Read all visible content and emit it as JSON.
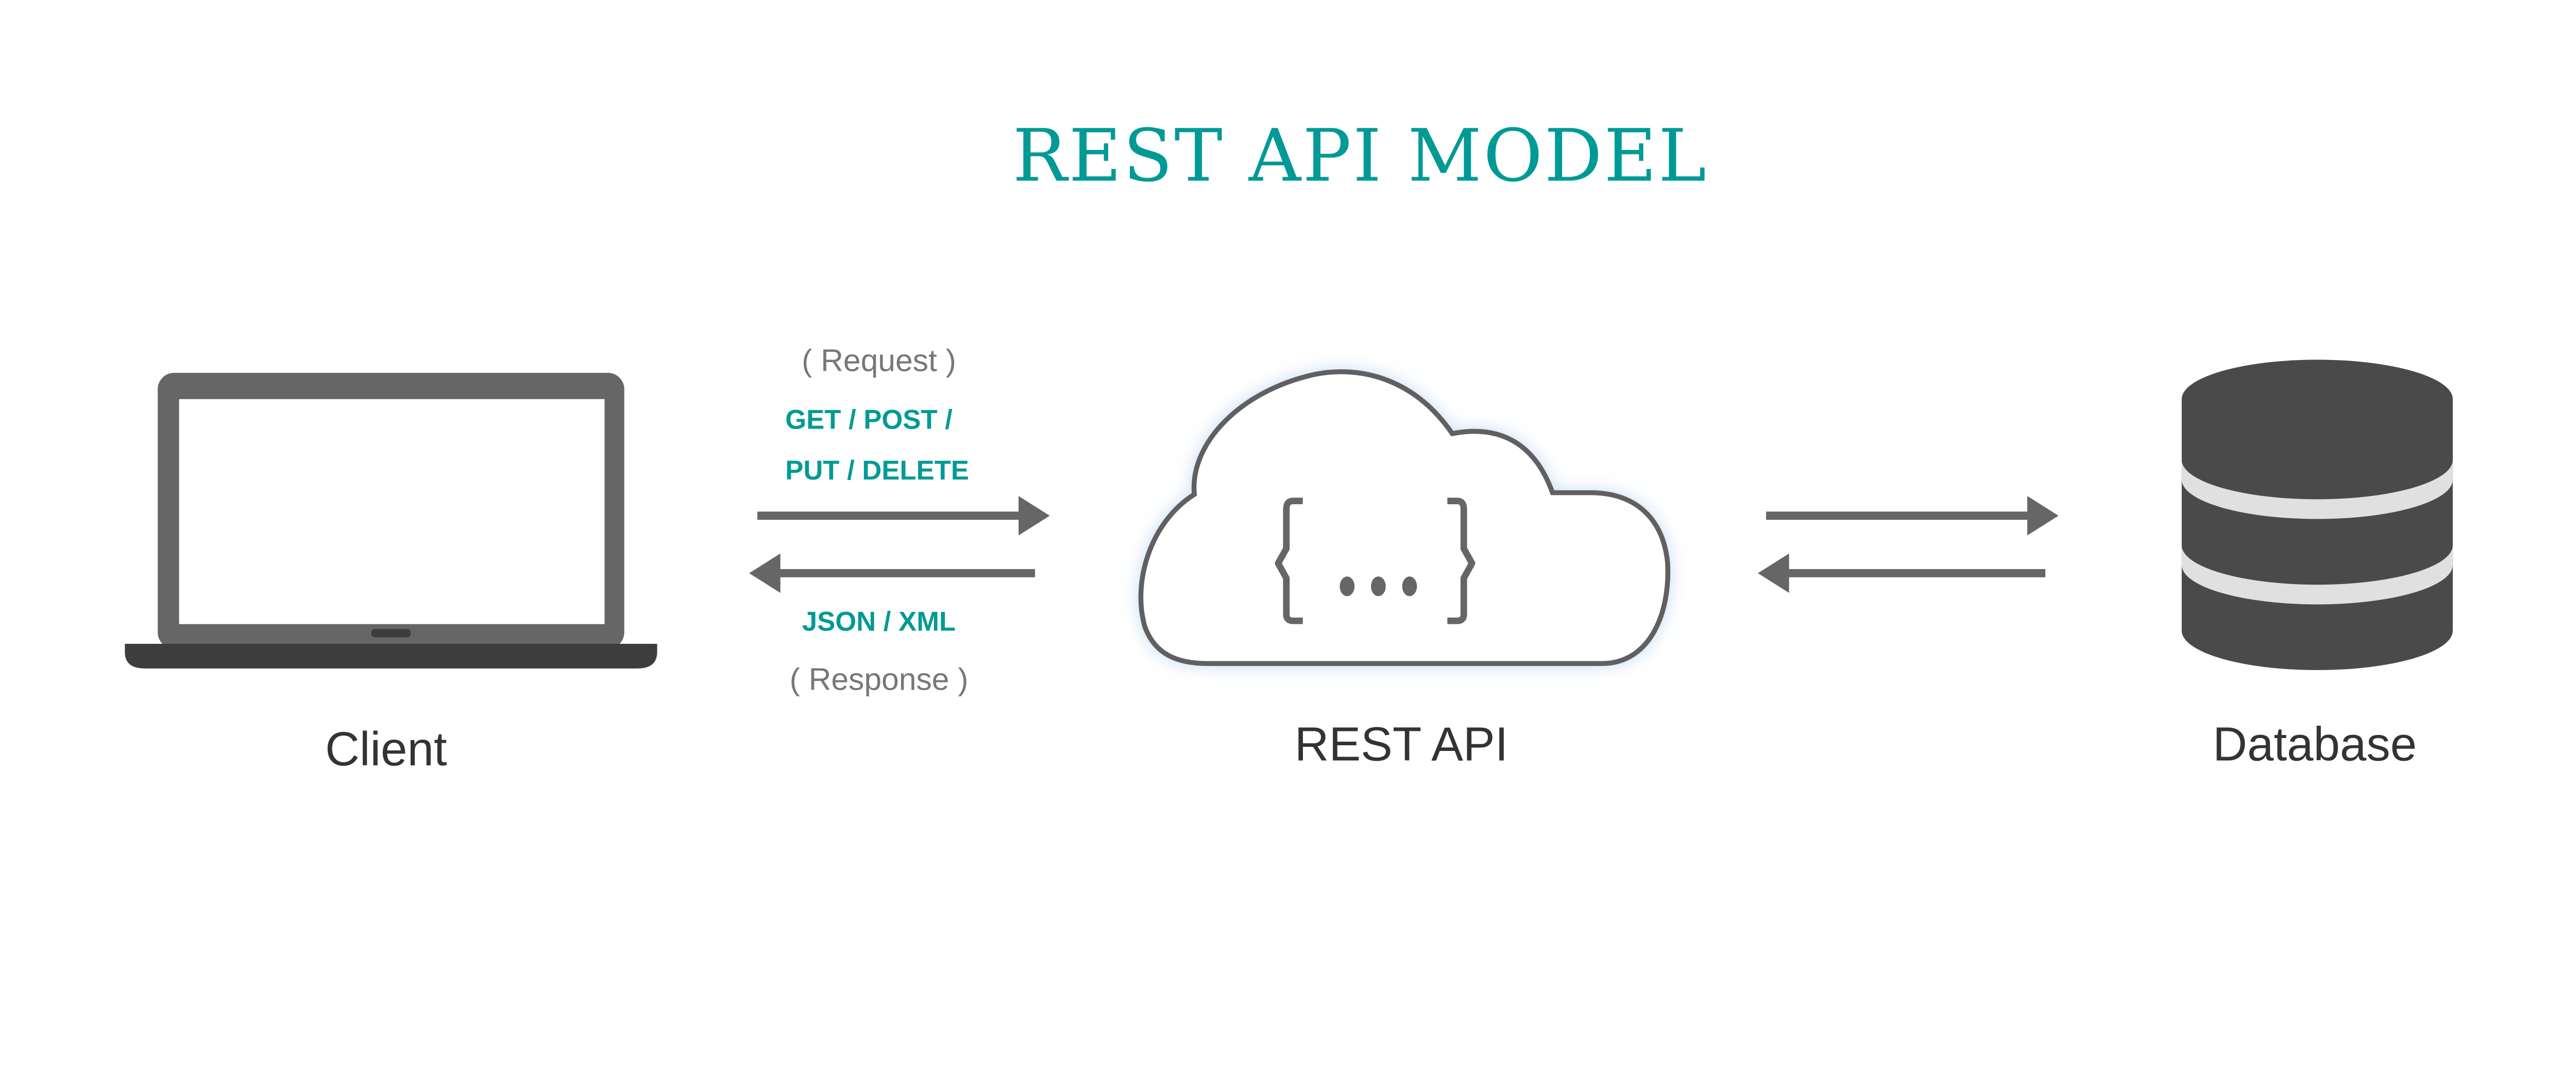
{
  "title": "REST API MODEL",
  "colors": {
    "accent": "#009a96",
    "icon": "#666666",
    "text": "#333333"
  },
  "nodes": {
    "client": {
      "label": "Client",
      "icon": "laptop-icon"
    },
    "api": {
      "label": "REST API",
      "icon": "cloud-json-icon"
    },
    "database": {
      "label": "Database",
      "icon": "database-icon"
    }
  },
  "request": {
    "label": "( Request )",
    "methods_line1": "GET / POST /",
    "methods_line2": "PUT / DELETE"
  },
  "response": {
    "label": "( Response )",
    "formats": "JSON / XML"
  }
}
